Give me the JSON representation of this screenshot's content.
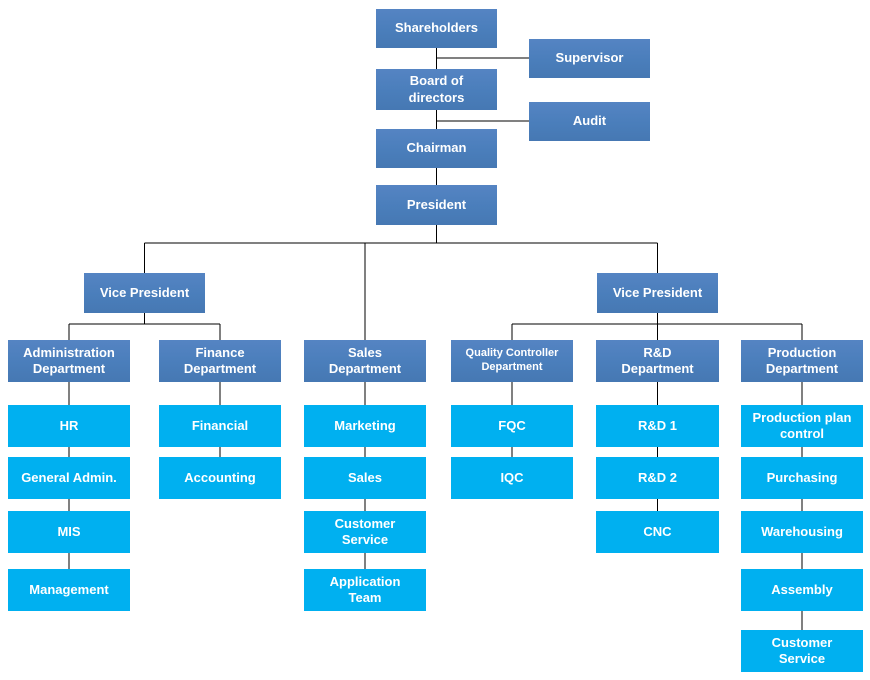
{
  "colors": {
    "primary_box": "#4a7ebb",
    "secondary_box": "#00b0f0",
    "connector_line": "#000000",
    "box_text": "#ffffff",
    "background": "#ffffff"
  },
  "nodes": [
    {
      "id": "shareholders",
      "label": "Shareholders",
      "level": "primary",
      "parent": null
    },
    {
      "id": "supervisor",
      "label": "Supervisor",
      "level": "primary",
      "parent": "shareholders"
    },
    {
      "id": "board",
      "label": "Board of\ndirectors",
      "level": "primary",
      "parent": "shareholders"
    },
    {
      "id": "audit",
      "label": "Audit",
      "level": "primary",
      "parent": "board"
    },
    {
      "id": "chairman",
      "label": "Chairman",
      "level": "primary",
      "parent": "board"
    },
    {
      "id": "president",
      "label": "President",
      "level": "primary",
      "parent": "chairman"
    },
    {
      "id": "vp-left",
      "label": "Vice President",
      "level": "primary",
      "parent": "president"
    },
    {
      "id": "vp-right",
      "label": "Vice President",
      "level": "primary",
      "parent": "president"
    },
    {
      "id": "admin-dept",
      "label": "Administration\nDepartment",
      "level": "primary",
      "parent": "vp-left"
    },
    {
      "id": "finance-dept",
      "label": "Finance\nDepartment",
      "level": "primary",
      "parent": "vp-left"
    },
    {
      "id": "sales-dept",
      "label": "Sales\nDepartment",
      "level": "primary",
      "parent": "president"
    },
    {
      "id": "quality-dept",
      "label": "Quality Controller\nDepartment",
      "level": "primary",
      "parent": "vp-right"
    },
    {
      "id": "rnd-dept",
      "label": "R&D\nDepartment",
      "level": "primary",
      "parent": "vp-right"
    },
    {
      "id": "production-dept",
      "label": "Production\nDepartment",
      "level": "primary",
      "parent": "vp-right"
    },
    {
      "id": "hr",
      "label": "HR",
      "level": "secondary",
      "parent": "admin-dept"
    },
    {
      "id": "general-admin",
      "label": "General Admin.",
      "level": "secondary",
      "parent": "hr"
    },
    {
      "id": "mis",
      "label": "MIS",
      "level": "secondary",
      "parent": "general-admin"
    },
    {
      "id": "management",
      "label": "Management",
      "level": "secondary",
      "parent": "mis"
    },
    {
      "id": "financial",
      "label": "Financial",
      "level": "secondary",
      "parent": "finance-dept"
    },
    {
      "id": "accounting",
      "label": "Accounting",
      "level": "secondary",
      "parent": "financial"
    },
    {
      "id": "marketing",
      "label": "Marketing",
      "level": "secondary",
      "parent": "sales-dept"
    },
    {
      "id": "sales",
      "label": "Sales",
      "level": "secondary",
      "parent": "marketing"
    },
    {
      "id": "customer-service-sales",
      "label": "Customer\nService",
      "level": "secondary",
      "parent": "sales"
    },
    {
      "id": "application-team",
      "label": "Application\nTeam",
      "level": "secondary",
      "parent": "customer-service-sales"
    },
    {
      "id": "fqc",
      "label": "FQC",
      "level": "secondary",
      "parent": "quality-dept"
    },
    {
      "id": "iqc",
      "label": "IQC",
      "level": "secondary",
      "parent": "fqc"
    },
    {
      "id": "rnd1",
      "label": "R&D 1",
      "level": "secondary",
      "parent": "rnd-dept"
    },
    {
      "id": "rnd2",
      "label": "R&D 2",
      "level": "secondary",
      "parent": "rnd1"
    },
    {
      "id": "cnc",
      "label": "CNC",
      "level": "secondary",
      "parent": "rnd2"
    },
    {
      "id": "production-plan",
      "label": "Production plan\ncontrol",
      "level": "secondary",
      "parent": "production-dept"
    },
    {
      "id": "purchasing",
      "label": "Purchasing",
      "level": "secondary",
      "parent": "production-plan"
    },
    {
      "id": "warehousing",
      "label": "Warehousing",
      "level": "secondary",
      "parent": "purchasing"
    },
    {
      "id": "assembly",
      "label": "Assembly",
      "level": "secondary",
      "parent": "warehousing"
    },
    {
      "id": "customer-service-production",
      "label": "Customer\nService",
      "level": "secondary",
      "parent": "assembly"
    }
  ]
}
